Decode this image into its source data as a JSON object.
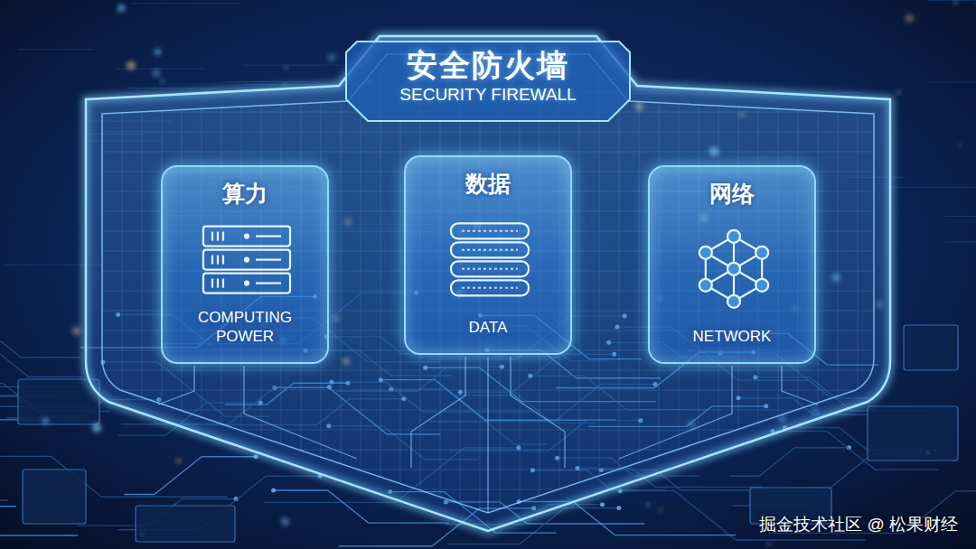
{
  "diagram": {
    "nodes": [
      {
        "text": [
          "安全防火墙",
          "SECURITY FIREWALL"
        ]
      },
      {
        "text": [
          "算力",
          "COMPUTING POWER"
        ],
        "in": 0
      },
      {
        "text": [
          "数据",
          "DATA"
        ],
        "in": 0
      },
      {
        "text": [
          "网络",
          "NETWORK"
        ],
        "in": 0
      }
    ],
    "labels": [
      "掘金技术社区 @ 松果财经"
    ]
  }
}
